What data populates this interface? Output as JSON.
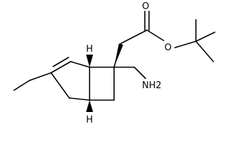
{
  "labels": {
    "carbonyl_oxygen": "O",
    "ester_oxygen": "O",
    "amine_group": "NH2",
    "stereo_h_top": "H",
    "stereo_h_bottom": "H"
  },
  "colors": {
    "ink": "#000000",
    "background": "#ffffff"
  }
}
